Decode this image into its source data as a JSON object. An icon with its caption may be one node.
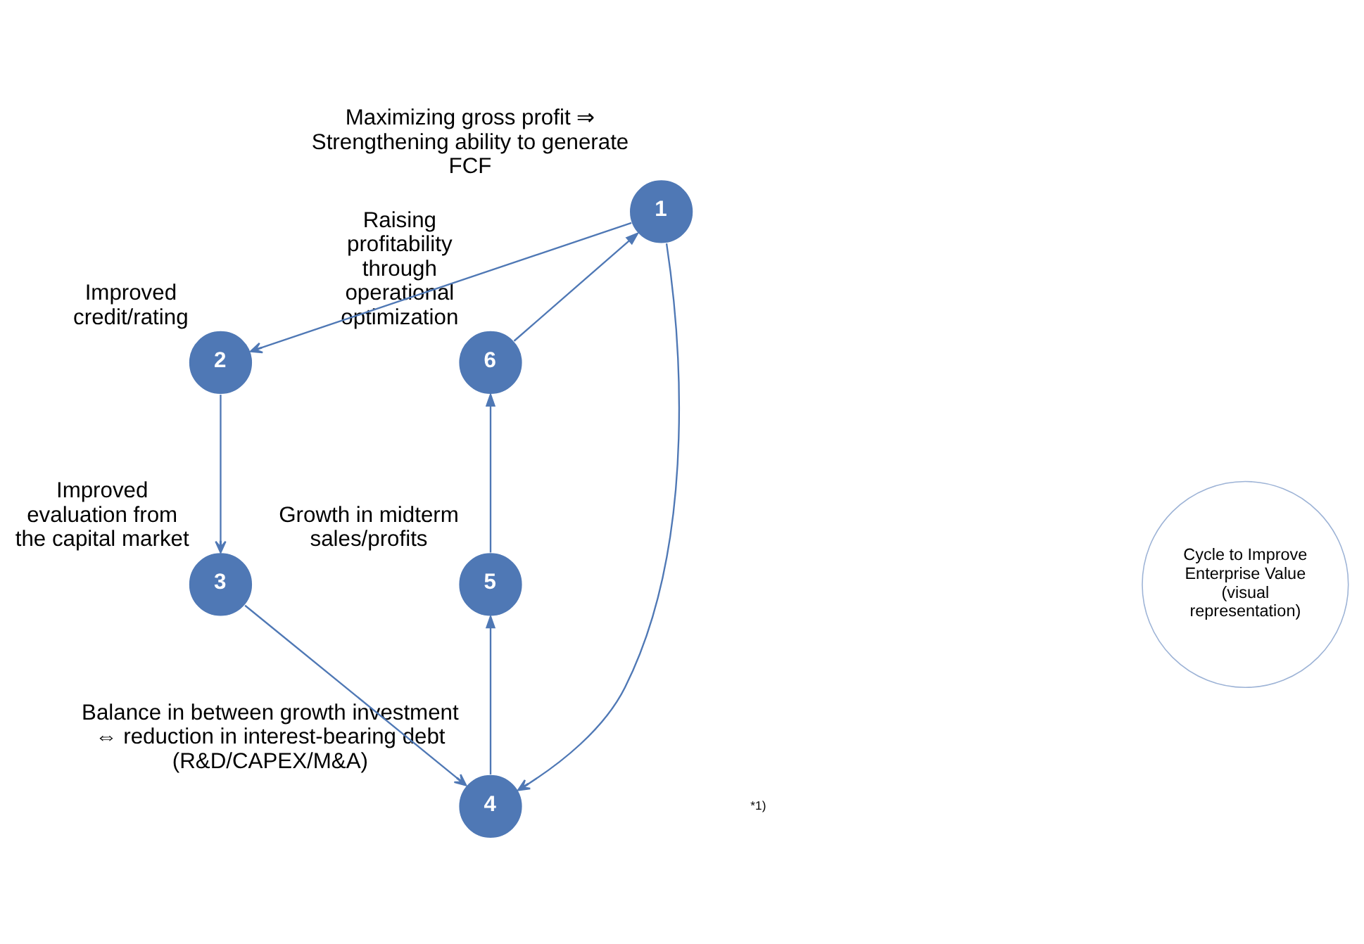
{
  "diagram": {
    "nodes": [
      {
        "text": [
          "1"
        ],
        "beside": [
          "Maximizing gross profit ⇒ Strengthening ability to generate FCF"
        ]
      },
      {
        "text": [
          "2"
        ],
        "beside": [
          "Improved credit/rating"
        ]
      },
      {
        "text": [
          "3"
        ],
        "beside": [
          "Improved evaluation from the capital market"
        ]
      },
      {
        "text": [
          "4"
        ],
        "beside": [
          "Balance in between growth investment ⇔ reduction in interest-bearing debt (R&D/CAPEX/M&A)"
        ]
      },
      {
        "text": [
          "5"
        ],
        "beside": [
          "Growth in midterm sales/profits"
        ]
      },
      {
        "text": [
          "6"
        ],
        "beside": [
          "Raising profitability through operational optimization"
        ]
      },
      {
        "text": [
          "Cycle to Improve Enterprise Value (visual representation)"
        ]
      }
    ],
    "edges": [
      {
        "from": 0,
        "to": 1,
        "arrow": "to"
      },
      {
        "from": 1,
        "to": 2,
        "arrow": "to"
      },
      {
        "from": 2,
        "to": 3,
        "arrow": "to"
      },
      {
        "from": 3,
        "to": 4,
        "arrow": "to"
      },
      {
        "from": 4,
        "to": 5,
        "arrow": "to"
      },
      {
        "from": 5,
        "to": 0,
        "arrow": "to"
      },
      {
        "from": 0,
        "to": 3,
        "arrow": "to"
      }
    ],
    "labels": [
      "*1)"
    ]
  }
}
